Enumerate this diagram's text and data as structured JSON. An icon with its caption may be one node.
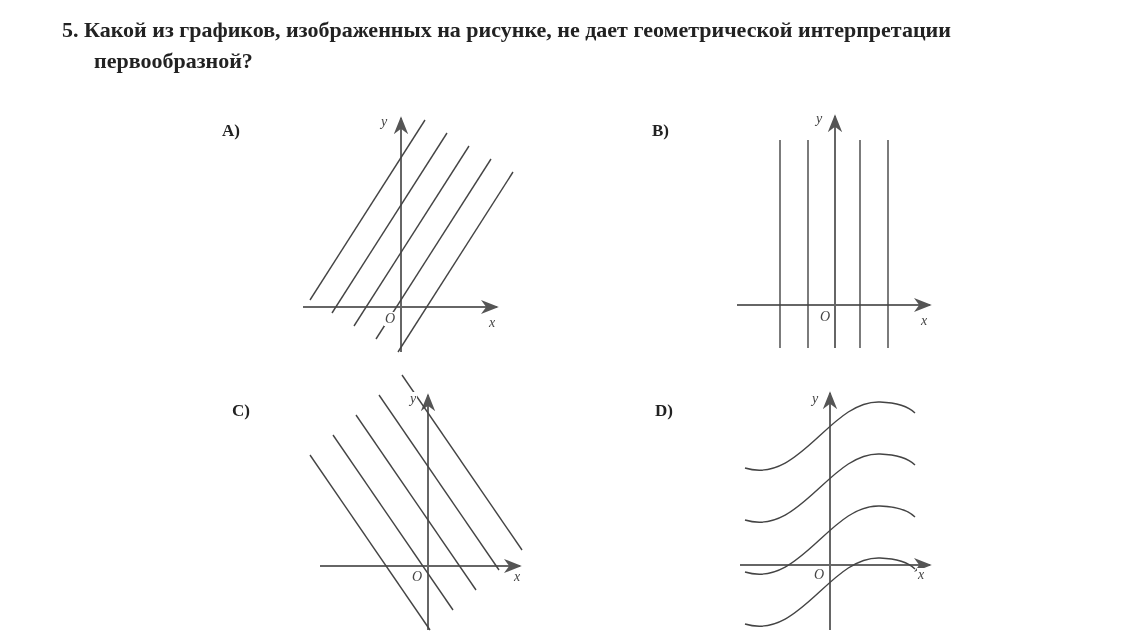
{
  "diagram": {
    "title": "5. Какой из графиков, изображенных на рисунке, не дает геометрической интерпретации первообразной?",
    "labels": [
      "A)",
      "y",
      "O",
      "x",
      "B)",
      "y",
      "O",
      "x",
      "C)",
      "y",
      "O",
      "x",
      "D)",
      "y",
      "O",
      "x"
    ]
  }
}
